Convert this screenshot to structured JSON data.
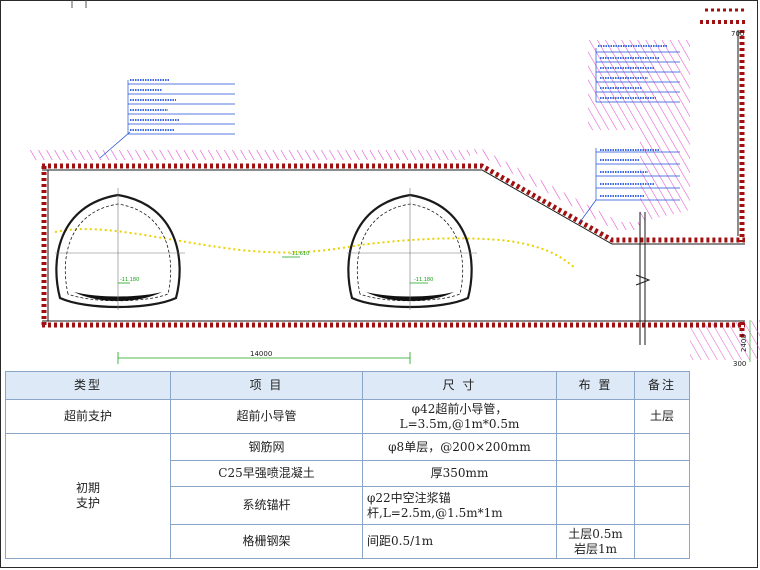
{
  "drawing": {
    "dimensions": {
      "span": "14000",
      "top_right": "700",
      "right_vertical": "2400",
      "bottom_right": "300"
    },
    "elevations": {
      "left_tunnel": "-11.180",
      "middle": "-11.610",
      "right_tunnel": "-11.180"
    }
  },
  "table": {
    "headers": [
      "类型",
      "项 目",
      "尺 寸",
      "布 置",
      "备注"
    ],
    "rows": [
      {
        "type": "超前支护",
        "item": "超前小导管",
        "size": "φ42超前小导管，\nL=3.5m,@1m*0.5m",
        "layout": "",
        "note": "土层"
      },
      {
        "type": "初期\n支护",
        "item": "钢筋网",
        "size": "φ8单层，@200×200mm",
        "layout": "",
        "note": ""
      },
      {
        "item": "C25早强喷混凝土",
        "size": "厚350mm",
        "layout": "",
        "note": ""
      },
      {
        "item": "系统锚杆",
        "size": "φ22中空注浆锚\n杆,L=2.5m,@1.5m*1m",
        "layout": "",
        "note": ""
      },
      {
        "item": "格栅钢架",
        "size": "间距0.5/1m",
        "layout": "土层0.5m\n岩层1m",
        "note": ""
      }
    ]
  }
}
